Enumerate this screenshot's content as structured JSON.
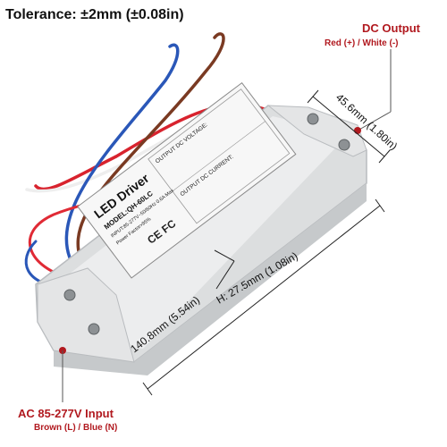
{
  "tolerance": "Tolerance: ±2mm (±0.08in)",
  "dc_output": {
    "title": "DC Output",
    "subtitle": "Red (+) / White (-)"
  },
  "ac_input": {
    "title": "AC 85-277V Input",
    "subtitle": "Brown (L) / Blue (N)"
  },
  "dimensions": {
    "width": "45.6mm (1.80in)",
    "height": "H: 27.5mm (1.08in)",
    "length": "140.8mm (5.54in)"
  },
  "label": {
    "title": "LED Driver",
    "model": "MODEL:QH-60LC",
    "input": "INPUT:85-277V~50/60Hz 0.6A Max",
    "power_factor": "Power Factor>95%",
    "output_voltage": "OUTPUT DC VOLTAGE:",
    "output_current": "OUTPUT DC CURRENT:"
  },
  "colors": {
    "accent": "#b1191f",
    "wire_red": "#d8232e",
    "wire_blue": "#2a57b8",
    "wire_brown": "#7a3a22"
  }
}
